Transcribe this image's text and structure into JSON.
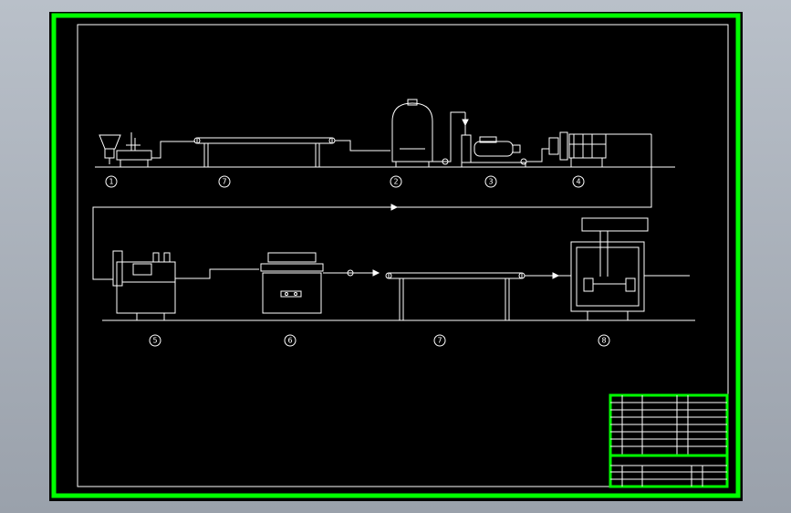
{
  "drawing": {
    "colors": {
      "background": "#000000",
      "frame": "#00ff00",
      "line": "#ffffff",
      "window_bg": "#a9b0ba"
    },
    "station_labels": {
      "upper": [
        "1",
        "7",
        "2",
        "3",
        "4"
      ],
      "lower": [
        "5",
        "6",
        "7",
        "8"
      ]
    },
    "title_block": {
      "title": ""
    }
  }
}
